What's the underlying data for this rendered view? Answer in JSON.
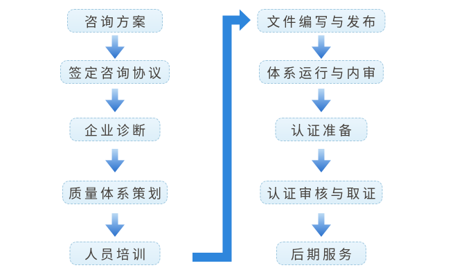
{
  "diagram": {
    "title": "ISO consulting and certification process flowchart",
    "left_steps": [
      "咨询方案",
      "签定咨询协议",
      "企业诊断",
      "质量体系策划",
      "人员培训"
    ],
    "right_steps": [
      "文件编写与发布",
      "体系运行与内审",
      "认证准备",
      "认证审核与取证",
      "后期服务"
    ],
    "colors": {
      "box_fill_top": "#eaf5fc",
      "box_fill_bottom": "#ddeff9",
      "box_border": "#9cc6de",
      "text": "#443f3a",
      "small_arrow_top": "#bcdaf4",
      "small_arrow_bottom": "#2a70cc",
      "connector": "#2e86dc",
      "background": "#ffffff"
    }
  }
}
